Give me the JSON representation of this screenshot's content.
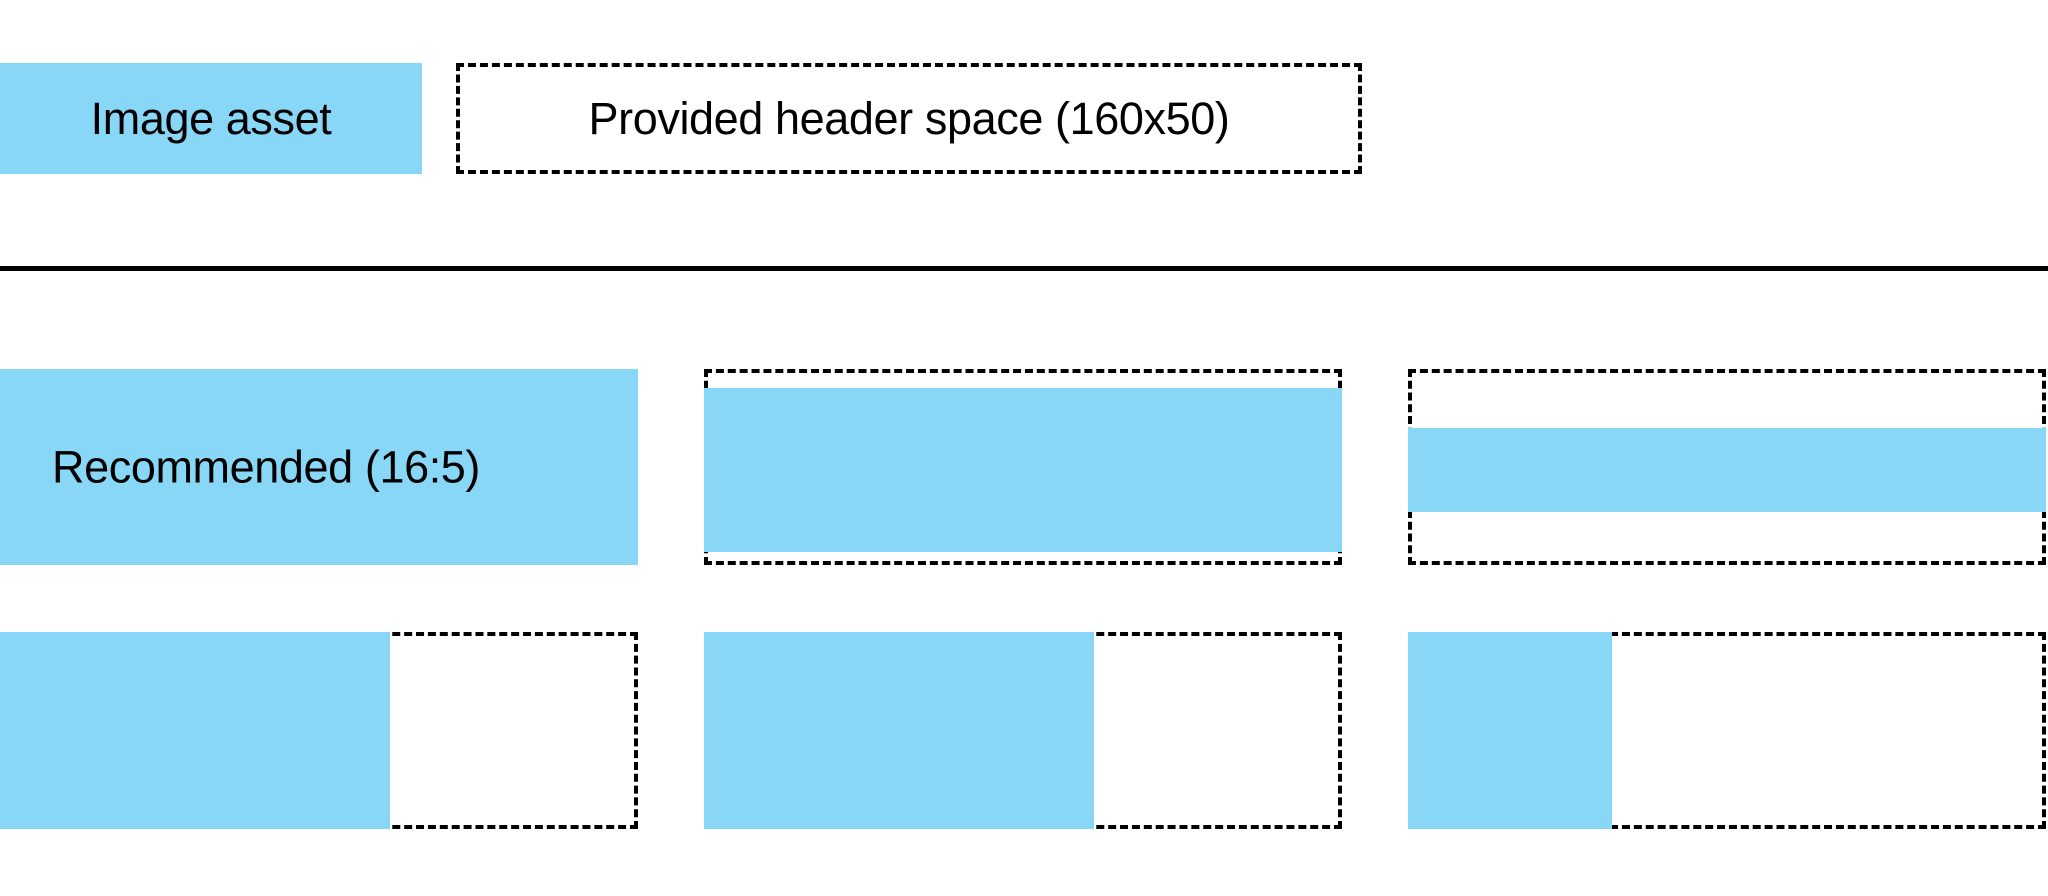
{
  "page": {
    "background_color": "#ffffff",
    "ink_color": "#000000",
    "asset_fill_color": "#89d7f7"
  },
  "header": {
    "asset_swatch_label": "Image asset",
    "provided_space_label": "Provided header space (160x50)"
  },
  "divider": {
    "name": "section-divider"
  },
  "grid": {
    "rows": [
      {
        "name": "row-varying-height",
        "cells": [
          {
            "caption": "Recommended (16:5)",
            "fill": "full"
          },
          {
            "caption": "",
            "fill": "tall-inset"
          },
          {
            "caption": "",
            "fill": "short-inset"
          }
        ]
      },
      {
        "name": "row-varying-width",
        "cells": [
          {
            "caption": "",
            "fill": "wide"
          },
          {
            "caption": "",
            "fill": "medium"
          },
          {
            "caption": "",
            "fill": "narrow"
          }
        ]
      }
    ]
  }
}
